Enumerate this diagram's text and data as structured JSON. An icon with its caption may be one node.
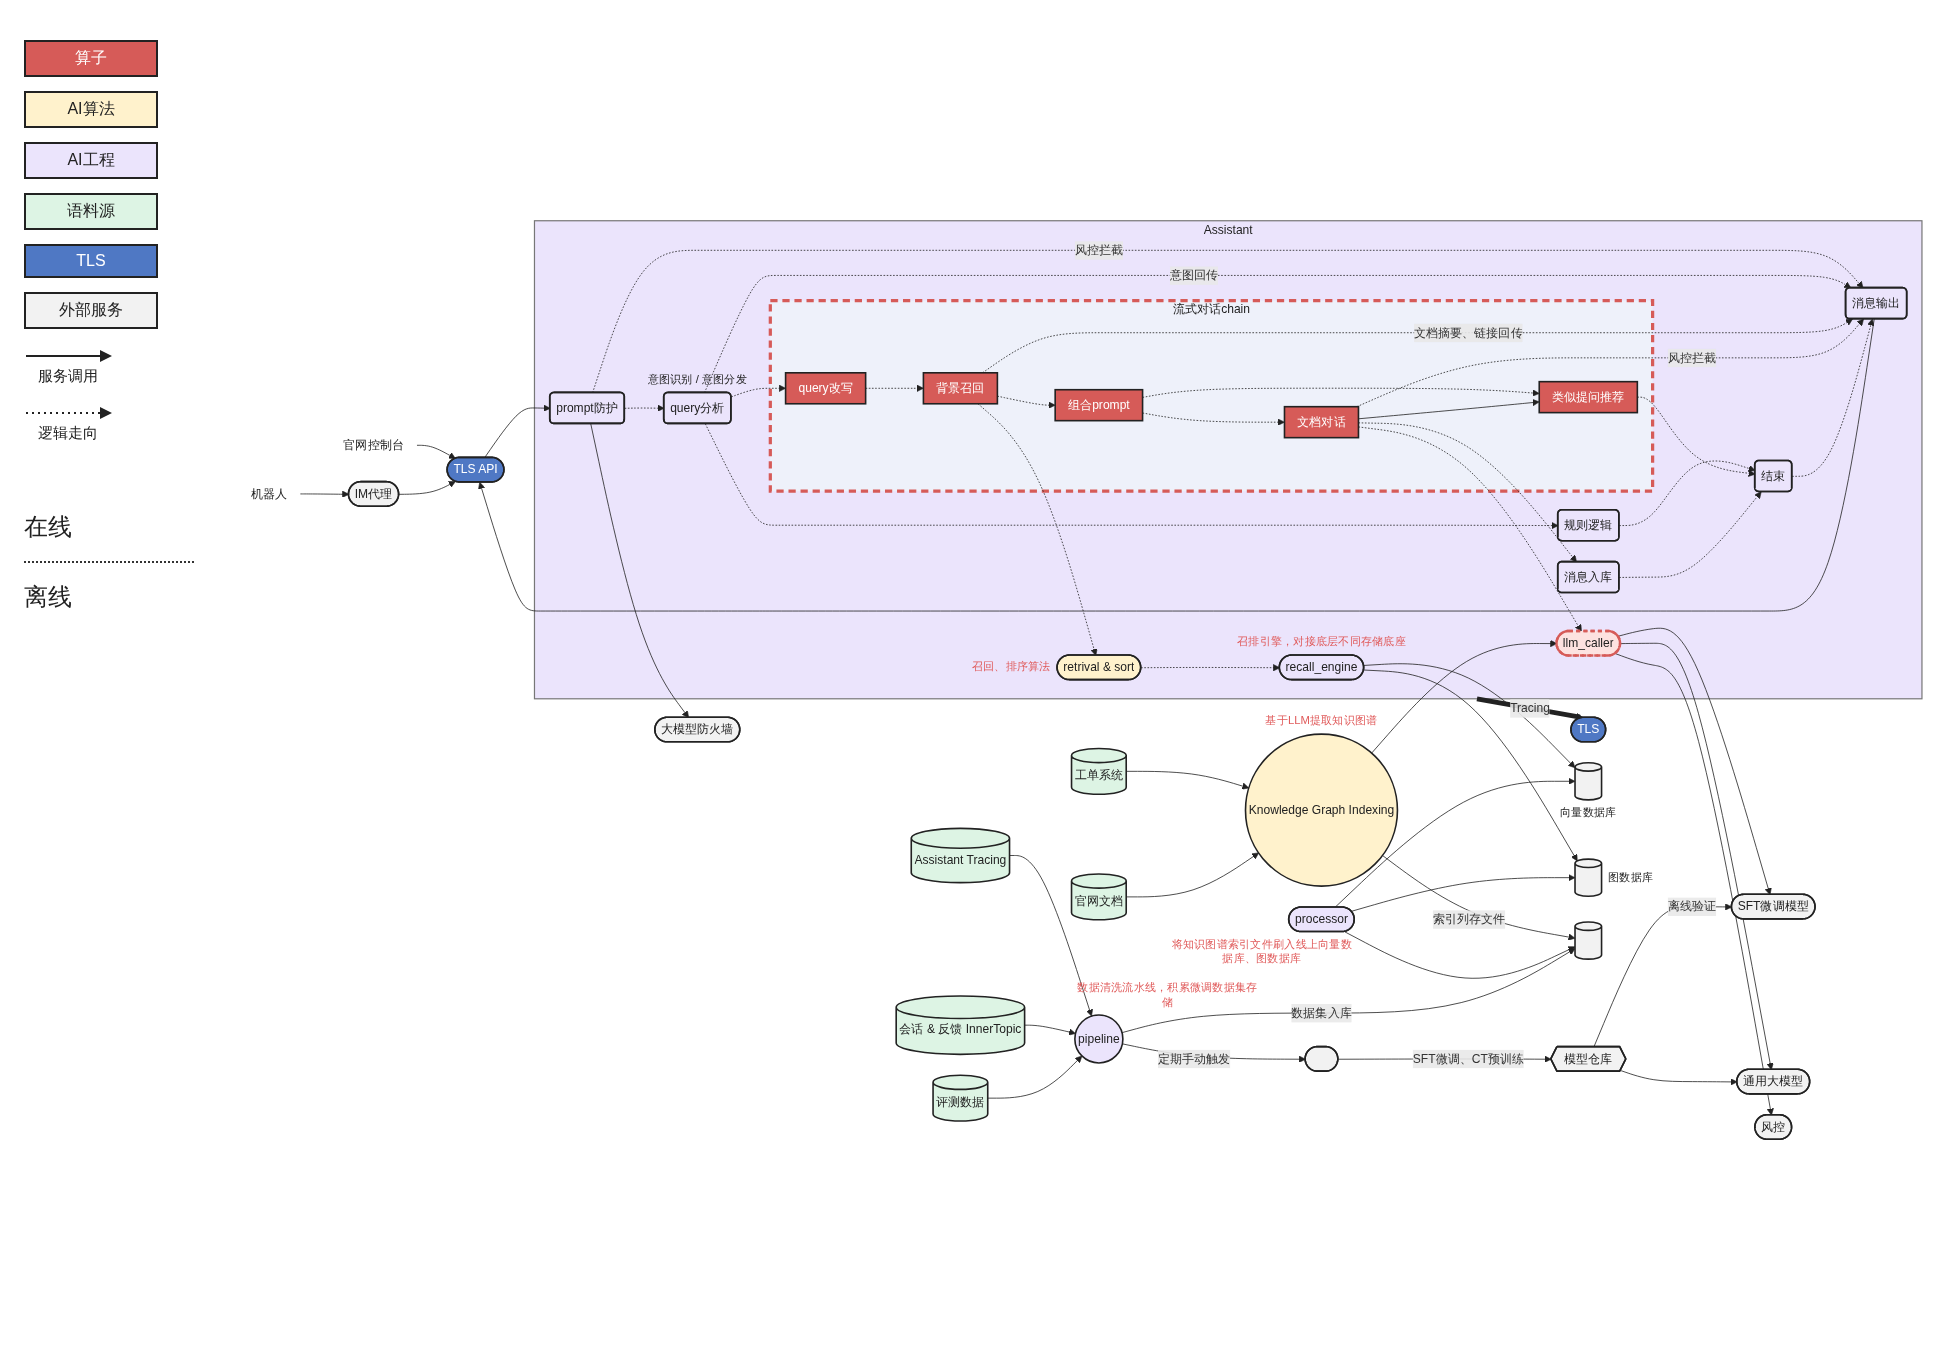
{
  "diagram": {
    "nodes": [
      {
        "text": [
          "官网控制台"
        ]
      },
      {
        "text": [
          "机器人"
        ]
      },
      {
        "text": [
          "IM代理"
        ]
      },
      {
        "text": [
          "TLS API"
        ]
      },
      {
        "text": [
          "大模型防火墙"
        ]
      },
      {
        "text": [
          "Assistant"
        ]
      },
      {
        "text": [
          "prompt防护"
        ],
        "in": 5
      },
      {
        "text": [
          "query分析"
        ],
        "in": 5,
        "beside": [
          "意图识别 / 意图分发"
        ]
      },
      {
        "text": [
          "规则逻辑"
        ],
        "in": 5
      },
      {
        "text": [
          "流式对话chain"
        ],
        "in": 5
      },
      {
        "text": [
          "query改写"
        ],
        "in": 9
      },
      {
        "text": [
          "背景召回"
        ],
        "in": 9
      },
      {
        "text": [
          "组合prompt"
        ],
        "in": 9
      },
      {
        "text": [
          "类似提问推荐"
        ],
        "in": 9
      },
      {
        "text": [
          "文档对话"
        ],
        "in": 9
      },
      {
        "text": [
          "消息入库"
        ],
        "in": 5
      },
      {
        "text": [
          "结束"
        ],
        "in": 5
      },
      {
        "text": [
          "消息输出"
        ],
        "in": 5
      },
      {
        "text": [
          "retrival & sort"
        ],
        "in": 5,
        "beside": [
          "召回、排序算法"
        ]
      },
      {
        "text": [
          "recall_engine"
        ],
        "in": 5,
        "beside": [
          "召排引擎，对接底层不同存储底座"
        ]
      },
      {
        "text": [
          "llm_caller"
        ],
        "in": 5
      },
      {
        "text": [
          "SFT微调模型"
        ]
      },
      {
        "text": [
          "通用大模型"
        ]
      },
      {
        "text": [
          "风控"
        ]
      },
      {
        "text": [
          "TLS"
        ]
      },
      {
        "text": [],
        "shape": "cylinder",
        "beside": [
          "向量数据库"
        ]
      },
      {
        "text": [],
        "shape": "cylinder",
        "beside": [
          "图数据库"
        ]
      },
      {
        "text": [
          "工单系统"
        ]
      },
      {
        "text": [
          "官网文档"
        ]
      },
      {
        "text": [
          "Knowledge Graph Indexing"
        ],
        "beside": [
          "基于LLM提取知识图谱"
        ]
      },
      {
        "text": [],
        "shape": "cylinder"
      },
      {
        "text": [
          "processor"
        ],
        "beside": [
          "将知识图谱索引文件刷入线上向量数据库、图数据库"
        ]
      },
      {
        "text": [
          "模型仓库"
        ]
      },
      {
        "text": [
          "Assistant Tracing"
        ]
      },
      {
        "text": [
          "会话 & 反馈 InnerTopic"
        ]
      },
      {
        "text": [
          "评测数据"
        ]
      },
      {
        "text": [
          "pipeline"
        ],
        "beside": [
          "数据清洗流水线，积累微调数据集存储"
        ]
      },
      {
        "text": [],
        "shape": "box"
      }
    ],
    "edges": [
      {
        "from": 0,
        "to": 3,
        "arrow": "to"
      },
      {
        "from": 1,
        "to": 2,
        "arrow": "to"
      },
      {
        "from": 2,
        "to": 3,
        "arrow": "to"
      },
      {
        "from": 3,
        "to": 6,
        "arrow": "to"
      },
      {
        "from": 6,
        "to": 4,
        "arrow": "to"
      },
      {
        "from": 6,
        "to": 7,
        "arrow": "to",
        "style": "dashed"
      },
      {
        "from": 6,
        "to": 17,
        "arrow": "to",
        "label": "风控拦截",
        "style": "dashed"
      },
      {
        "from": 7,
        "to": 10,
        "arrow": "to",
        "style": "dashed"
      },
      {
        "from": 7,
        "to": 8,
        "arrow": "to",
        "style": "dashed"
      },
      {
        "from": 7,
        "to": 17,
        "arrow": "to",
        "label": "意图回传",
        "style": "dashed"
      },
      {
        "from": 8,
        "to": 16,
        "arrow": "to",
        "style": "dashed"
      },
      {
        "from": 10,
        "to": 11,
        "arrow": "to",
        "style": "dashed"
      },
      {
        "from": 11,
        "to": 12,
        "arrow": "to",
        "style": "dashed"
      },
      {
        "from": 11,
        "to": 17,
        "arrow": "to",
        "label": "文档摘要、链接回传",
        "style": "dashed"
      },
      {
        "from": 11,
        "to": 18,
        "arrow": "to",
        "style": "dashed"
      },
      {
        "from": 12,
        "to": 14,
        "arrow": "to",
        "style": "dashed"
      },
      {
        "from": 12,
        "to": 13,
        "arrow": "to",
        "style": "dashed"
      },
      {
        "from": 14,
        "to": 13,
        "arrow": "to"
      },
      {
        "from": 14,
        "to": 15,
        "arrow": "to",
        "style": "dashed"
      },
      {
        "from": 14,
        "to": 17,
        "arrow": "to",
        "label": "风控拦截",
        "style": "dashed"
      },
      {
        "from": 14,
        "to": 20,
        "arrow": "to",
        "style": "dashed"
      },
      {
        "from": 13,
        "to": 16,
        "arrow": "to",
        "style": "dashed"
      },
      {
        "from": 15,
        "to": 16,
        "arrow": "to",
        "style": "dashed"
      },
      {
        "from": 16,
        "to": 17,
        "arrow": "to",
        "style": "dashed"
      },
      {
        "from": 17,
        "to": 3,
        "arrow": "to"
      },
      {
        "from": 18,
        "to": 19,
        "arrow": "to",
        "style": "dashed"
      },
      {
        "from": 19,
        "to": 25,
        "arrow": "to"
      },
      {
        "from": 19,
        "to": 26,
        "arrow": "to"
      },
      {
        "from": 20,
        "to": 21,
        "arrow": "to"
      },
      {
        "from": 20,
        "to": 22,
        "arrow": "to"
      },
      {
        "from": 20,
        "to": 23,
        "arrow": "to"
      },
      {
        "from": 5,
        "to": 24,
        "arrow": "to",
        "label": "Tracing",
        "style": "thick"
      },
      {
        "from": 27,
        "to": 29,
        "arrow": "to"
      },
      {
        "from": 28,
        "to": 29,
        "arrow": "to"
      },
      {
        "from": 29,
        "to": 30,
        "arrow": "to",
        "label": "索引列存文件"
      },
      {
        "from": 29,
        "to": 20,
        "arrow": "to"
      },
      {
        "from": 31,
        "to": 30,
        "arrow": "to"
      },
      {
        "from": 31,
        "to": 25,
        "arrow": "to"
      },
      {
        "from": 31,
        "to": 26,
        "arrow": "to"
      },
      {
        "from": 33,
        "to": 36,
        "arrow": "to"
      },
      {
        "from": 34,
        "to": 36,
        "arrow": "to"
      },
      {
        "from": 35,
        "to": 36,
        "arrow": "to"
      },
      {
        "from": 36,
        "to": 30,
        "arrow": "to",
        "label": "数据集入库"
      },
      {
        "from": 36,
        "to": 37,
        "arrow": "to",
        "label": "定期手动触发"
      },
      {
        "from": 37,
        "to": 32,
        "arrow": "to",
        "label": "SFT微调、CT预训练"
      },
      {
        "from": 32,
        "to": 21,
        "arrow": "to",
        "label": "离线验证"
      },
      {
        "from": 32,
        "to": 22,
        "arrow": "to"
      }
    ],
    "labels": [
      "在线",
      "离线"
    ],
    "legend": [
      {
        "text": "算子",
        "color": "#d65b58"
      },
      {
        "text": "AI算法",
        "color": "#fff2cc"
      },
      {
        "text": "AI工程",
        "color": "#ebe4fc"
      },
      {
        "text": "语料源",
        "color": "#ddf4e4"
      },
      {
        "text": "TLS",
        "color": "#4f78c4"
      },
      {
        "text": "外部服务",
        "color": "#f2f2f2"
      },
      {
        "text": "服务调用"
      },
      {
        "text": "逻辑走向"
      }
    ]
  }
}
